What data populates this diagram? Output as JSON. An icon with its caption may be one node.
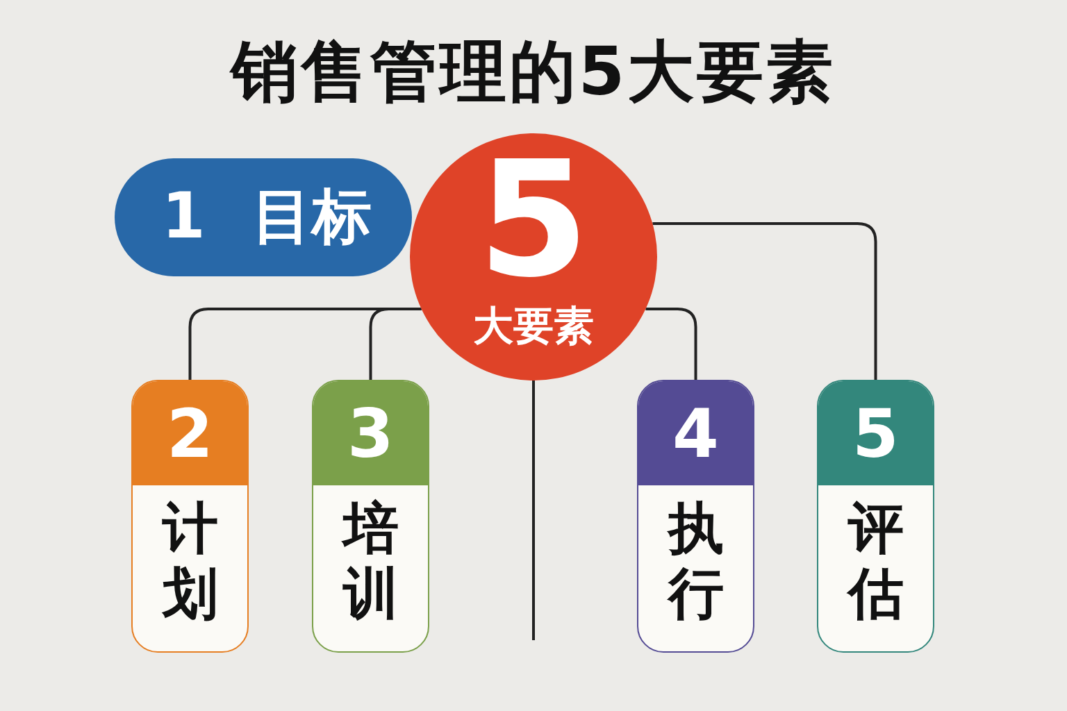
{
  "diagram": {
    "title": "销售管理的5大要素",
    "nodes": [
      {
        "text": [
          "5",
          "大要素"
        ]
      },
      {
        "text": [
          "1",
          "目标"
        ]
      },
      {
        "text": [
          "2",
          "计划"
        ]
      },
      {
        "text": [
          "3",
          "培训"
        ]
      },
      {
        "text": [
          "4",
          "执行"
        ]
      },
      {
        "text": [
          "5",
          "评估"
        ]
      }
    ],
    "edges": [
      {
        "from": 0,
        "to": 2,
        "arrow": "none"
      },
      {
        "from": 0,
        "to": 3,
        "arrow": "none"
      },
      {
        "from": 0,
        "to": 4,
        "arrow": "none"
      },
      {
        "from": 0,
        "to": 5,
        "arrow": "none"
      },
      {
        "from": 0,
        "to": null,
        "arrow": "none"
      }
    ]
  }
}
